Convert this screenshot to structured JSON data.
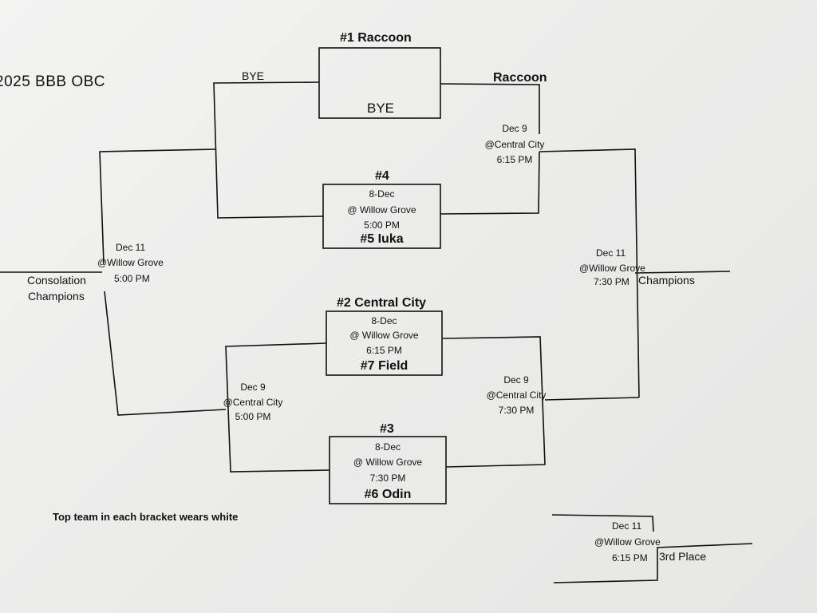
{
  "title": "2025 BBB OBC",
  "note": "Top team in each bracket wears white",
  "game1": {
    "seed": "#1 Raccoon",
    "opponent": "BYE",
    "bye_label": "BYE",
    "winner": "Raccoon"
  },
  "game2": {
    "seed_top": "#4",
    "date": "8-Dec",
    "location": "@ Willow Grove",
    "time": "5:00 PM",
    "seed_bottom": "#5 Iuka"
  },
  "game3": {
    "seed_top": "#2 Central City",
    "date": "8-Dec",
    "location": "@ Willow Grove",
    "time": "6:15 PM",
    "seed_bottom": "#7 Field"
  },
  "game4": {
    "seed_top": "#3",
    "date": "8-Dec",
    "location": "@ Willow Grove",
    "time": "7:30 PM",
    "seed_bottom": "#6 Odin"
  },
  "semi_top": {
    "date": "Dec 9",
    "location": "@Central City",
    "time": "6:15 PM"
  },
  "semi_bottom": {
    "date": "Dec 9",
    "location": "@Central City",
    "time": "7:30 PM"
  },
  "consolation_semi": {
    "date": "Dec 9",
    "location": "@Central City",
    "time": "5:00 PM"
  },
  "consolation_final": {
    "date": "Dec 11",
    "location": "@Willow Grove",
    "time": "5:00 PM",
    "label_line1": "Consolation",
    "label_line2": "Champions"
  },
  "final": {
    "date": "Dec 11",
    "location": "@Willow Grove",
    "time": "7:30 PM",
    "label": "Champions"
  },
  "third_place": {
    "date": "Dec 11",
    "location": "@Willow Grove",
    "time": "6:15 PM",
    "label": "3rd Place"
  }
}
